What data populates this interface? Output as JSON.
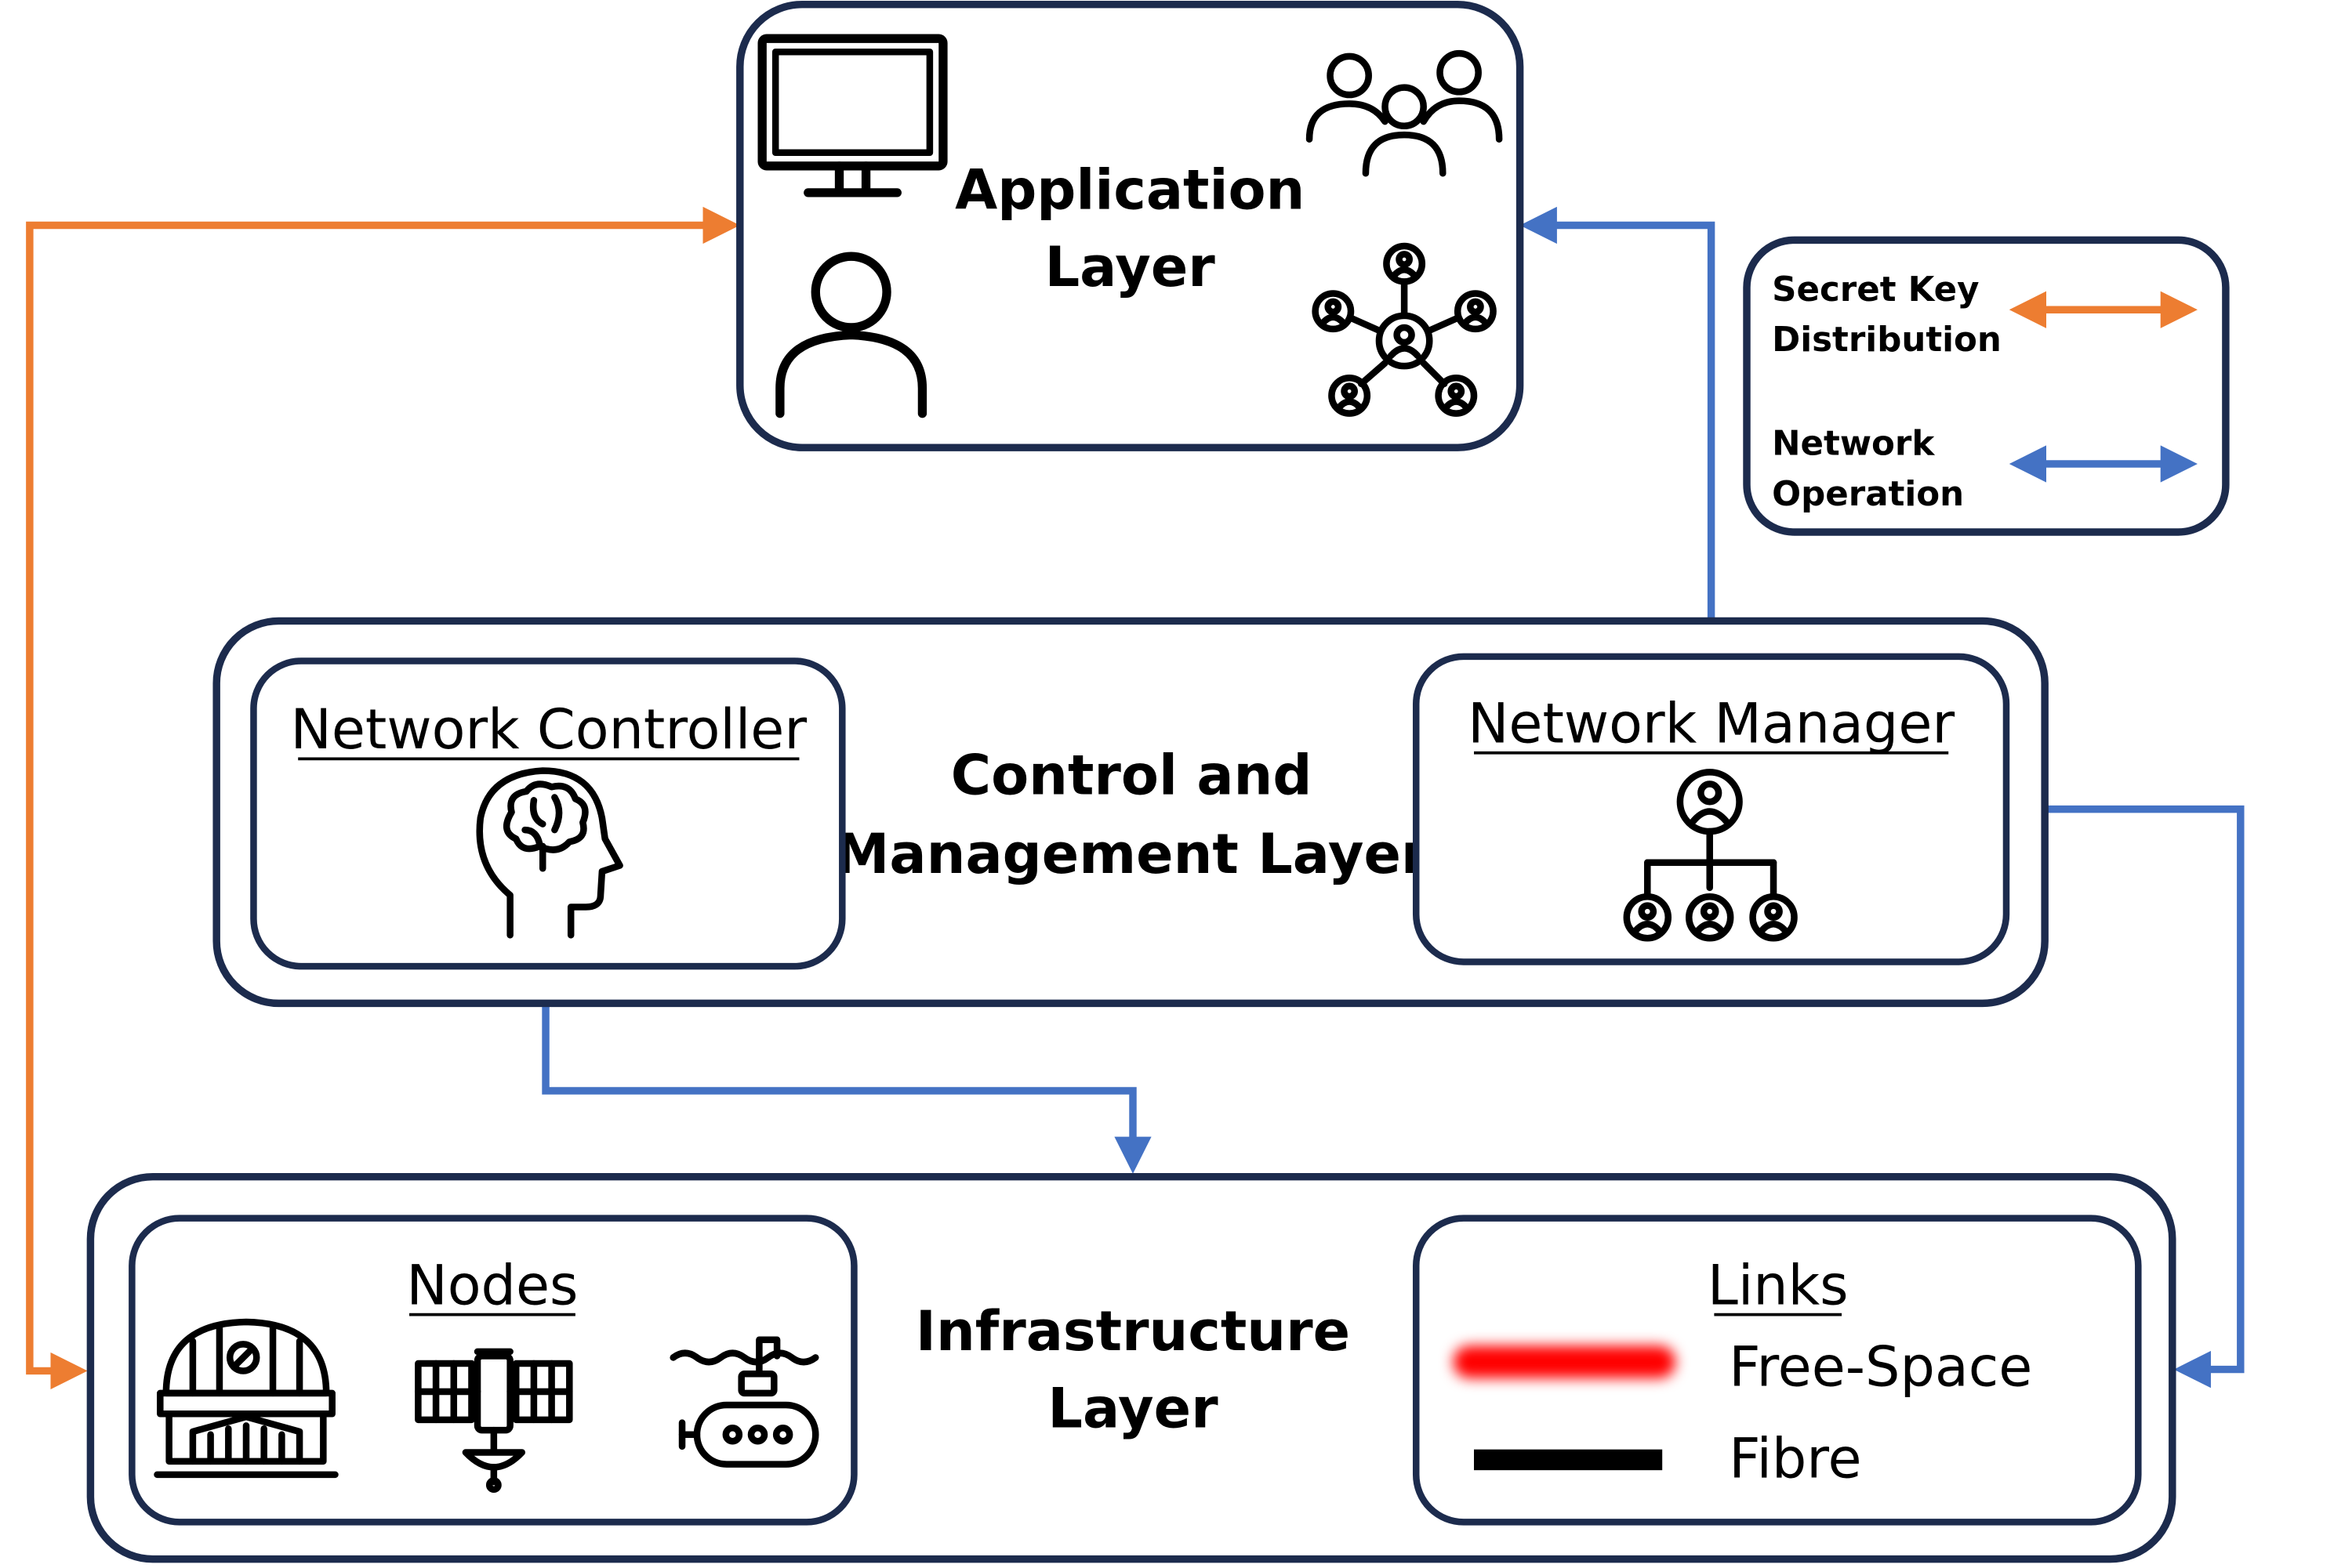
{
  "layers": {
    "application": {
      "line1": "Application",
      "line2": "Layer"
    },
    "control": {
      "line1": "Control and",
      "line2": "Management Layer"
    },
    "infrastructure": {
      "line1": "Infrastructure",
      "line2": "Layer"
    }
  },
  "control_boxes": {
    "controller": "Network Controller",
    "manager": "Network Manager"
  },
  "infrastructure_boxes": {
    "nodes": "Nodes",
    "links": "Links",
    "link_types": [
      {
        "label": "Free-Space",
        "color": "#ff0000"
      },
      {
        "label": "Fibre",
        "color": "#000000"
      }
    ]
  },
  "legend": {
    "items": [
      {
        "line1": "Secret Key",
        "line2": "Distribution",
        "color": "#ed7d31"
      },
      {
        "line1": "Network",
        "line2": "Operation",
        "color": "#4472c4"
      }
    ]
  },
  "colors": {
    "key_distribution": "#ed7d31",
    "network_operation": "#4472c4",
    "box_stroke": "#1c2b4d"
  },
  "icons": {
    "application": [
      "monitor-icon",
      "user-group-icon",
      "user-icon",
      "user-network-icon"
    ],
    "controller": "brain-head-icon",
    "manager": "org-chart-icon",
    "nodes": [
      "observatory-icon",
      "satellite-icon",
      "submarine-icon"
    ]
  }
}
